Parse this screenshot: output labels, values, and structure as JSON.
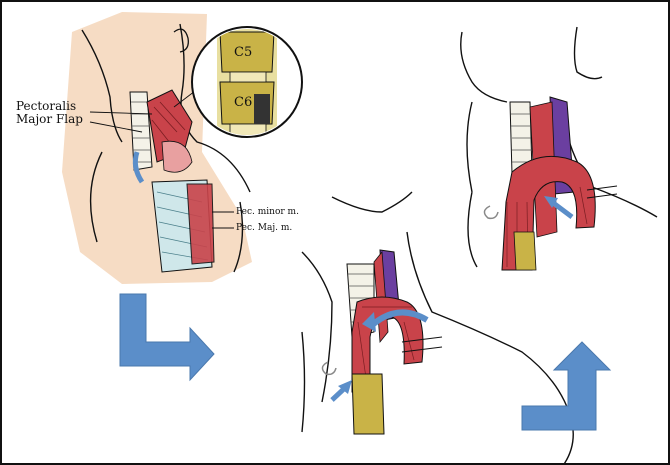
{
  "labels": {
    "pectoralis_major_flap_line1": "Pectoralis",
    "pectoralis_major_flap_line2": "Major Flap",
    "vertebra_c5": "C5",
    "vertebra_c6": "C6",
    "pec_minor": "Pec. minor m.",
    "pec_major": "Pec. Maj. m."
  },
  "colors": {
    "skin_tint": "#f6dcc4",
    "muscle_red": "#c9434a",
    "muscle_pink": "#e8a0a0",
    "vein_purple": "#6b3fa0",
    "trachea_white": "#f4f2e8",
    "vertebra_gold": "#c9b347",
    "arrow_blue": "#5b8ec9",
    "outline": "#111111"
  }
}
